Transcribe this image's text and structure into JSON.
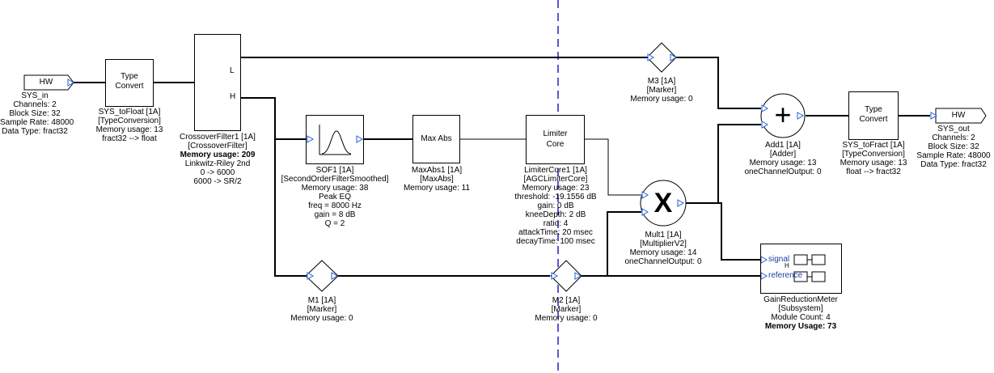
{
  "colors": {
    "wire": "#000000",
    "pin": "#1f5fd6",
    "divider": "#2020c0",
    "block_fill": "#ffffff"
  },
  "blocks": {
    "sys_in": {
      "box": "HW",
      "lines": [
        "SYS_in",
        "Channels: 2",
        "Block Size: 32",
        "Sample Rate: 48000",
        "Data Type: fract32"
      ]
    },
    "sys_tofloat": {
      "box": [
        "Type",
        "Convert"
      ],
      "lines": [
        "SYS_toFloat [1A]",
        "[TypeConversion]",
        "Memory usage: 13",
        "fract32 --> float"
      ]
    },
    "crossover": {
      "pin_l": "L",
      "pin_h": "H",
      "lines": [
        "CrossoverFilter1 [1A]",
        "[CrossoverFilter]"
      ],
      "bold": "Memory usage: 209",
      "lines2": [
        "Linkwitz-Riley 2nd",
        "0 -> 6000",
        "6000 -> SR/2"
      ]
    },
    "sof1": {
      "lines": [
        "SOF1 [1A]",
        "[SecondOrderFilterSmoothed]",
        "Memory usage: 38",
        "Peak EQ",
        "freq = 8000 Hz",
        "gain = 8 dB",
        "Q = 2"
      ]
    },
    "maxabs": {
      "box": "Max Abs",
      "lines": [
        "MaxAbs1 [1A]",
        "[MaxAbs]",
        "Memory usage: 11"
      ]
    },
    "limiter": {
      "box": [
        "Limiter",
        "Core"
      ],
      "lines": [
        "LimiterCore1 [1A]",
        "[AGCLimiterCore]",
        "Memory usage: 23",
        "threshold: -19.1556 dB",
        "gain: 0 dB",
        "kneeDepth: 2 dB",
        "ratio: 4",
        "attackTime: 20 msec",
        "decayTime: 100 msec"
      ]
    },
    "m3": {
      "lines": [
        "M3 [1A]",
        "[Marker]",
        "Memory usage: 0"
      ]
    },
    "m1": {
      "lines": [
        "M1 [1A]",
        "[Marker]",
        "Memory usage: 0"
      ]
    },
    "m2": {
      "lines": [
        "M2 [1A]",
        "[Marker]",
        "Memory usage: 0"
      ]
    },
    "mult1": {
      "symbol": "X",
      "lines": [
        "Mult1 [1A]",
        "[MultiplierV2]",
        "Memory usage: 14",
        "oneChannelOutput: 0"
      ]
    },
    "add1": {
      "symbol": "+",
      "lines": [
        "Add1 [1A]",
        "[Adder]",
        "Memory usage: 13",
        "oneChannelOutput: 0"
      ]
    },
    "sys_tofract": {
      "box": [
        "Type",
        "Convert"
      ],
      "lines": [
        "SYS_toFract [1A]",
        "[TypeConversion]",
        "Memory usage: 13",
        "float --> fract32"
      ]
    },
    "sys_out": {
      "box": "HW",
      "lines": [
        "SYS_out",
        "Channels: 2",
        "Block Size: 32",
        "Sample Rate: 48000",
        "Data Type: fract32"
      ]
    },
    "gain_meter": {
      "pin_signal": "signal",
      "pin_reference": "reference",
      "pin_h": "H",
      "lines": [
        "GainReductionMeter",
        "[Subsystem]",
        "Module Count: 4"
      ],
      "bold": "Memory Usage: 73"
    }
  }
}
